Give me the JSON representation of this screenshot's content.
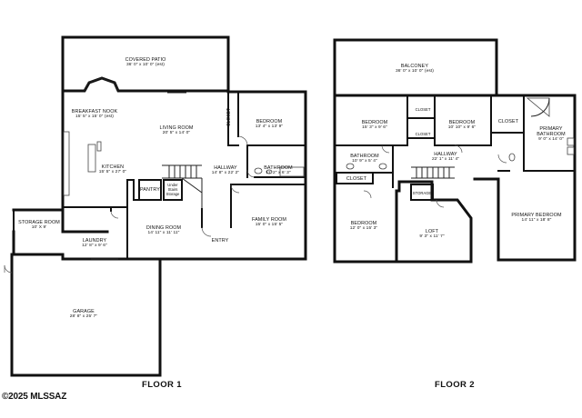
{
  "floors": [
    {
      "label": "FLOOR 1"
    },
    {
      "label": "FLOOR 2"
    }
  ],
  "rooms_floor1": {
    "covered_patio": {
      "name": "COVERED PATIO",
      "dim": "36' 0\" x 10' 0\" (est)"
    },
    "breakfast_nook": {
      "name": "BREAKFAST NOOK",
      "dim": "15' 5\" x 15' 0\" (est)"
    },
    "living_room": {
      "name": "LIVING ROOM",
      "dim": "20' 5\" x 14' 0\""
    },
    "closet": {
      "name": "CLOSET"
    },
    "bedroom": {
      "name": "BEDROOM",
      "dim": "13' 4\" x 13' 9\""
    },
    "kitchen": {
      "name": "KITCHEN",
      "dim": "15' 5\" x 27' 0\""
    },
    "hallway": {
      "name": "HALLWAY",
      "dim": "14' 8\" x 22' 2\""
    },
    "bathroom": {
      "name": "BATHROOM",
      "dim": "11' 2\" x 6' 3\""
    },
    "pantry": {
      "name": "PANTRY"
    },
    "under_stairs": {
      "name": "Under Stairs Storage"
    },
    "storage_room": {
      "name": "STORAGE ROOM",
      "dim": "10' X 9'"
    },
    "laundry": {
      "name": "LAUNDRY",
      "dim": "12' 8\" x 9' 6\""
    },
    "dining_room": {
      "name": "DINING ROOM",
      "dim": "14' 11\" x 11' 11\""
    },
    "entry": {
      "name": "ENTRY"
    },
    "family_room": {
      "name": "FAMILY ROOM",
      "dim": "15' 0\" x 15' 5\""
    },
    "garage": {
      "name": "GARAGE",
      "dim": "28' 8\" x 25' 7\""
    }
  },
  "rooms_floor2": {
    "balcony": {
      "name": "BALCONEY",
      "dim": "36' 0\" x 10' 0\" (est)"
    },
    "bedroom_a": {
      "name": "BEDROOM",
      "dim": "15' 3\" x 9' 6\""
    },
    "closet_a": {
      "name": "CLOSET"
    },
    "closet_b": {
      "name": "CLOSET"
    },
    "bedroom_b": {
      "name": "BEDROOM",
      "dim": "10' 10\" x 9' 6\""
    },
    "closet_c": {
      "name": "CLOSET"
    },
    "primary_bathroom": {
      "name": "PRIMARY BATHROOM",
      "dim": "9' 0\" x 14' 0\""
    },
    "bathroom": {
      "name": "BATHROOM",
      "dim": "10' 9\" x 5' 4\""
    },
    "hallway": {
      "name": "HALLWAY",
      "dim": "22' 1\" x 11' 4\""
    },
    "closet_d": {
      "name": "CLOSET"
    },
    "storage": {
      "name": "STORAGE"
    },
    "bedroom_c": {
      "name": "BEDROOM",
      "dim": "12' 0\" x 15' 3\""
    },
    "loft": {
      "name": "LOFT",
      "dim": "9' 3\" x 11' 7\""
    },
    "primary_bedroom": {
      "name": "PRIMARY BEDROOM",
      "dim": "14' 11\" x 18' 8\""
    }
  },
  "copyright": "©2025 MLSSAZ"
}
